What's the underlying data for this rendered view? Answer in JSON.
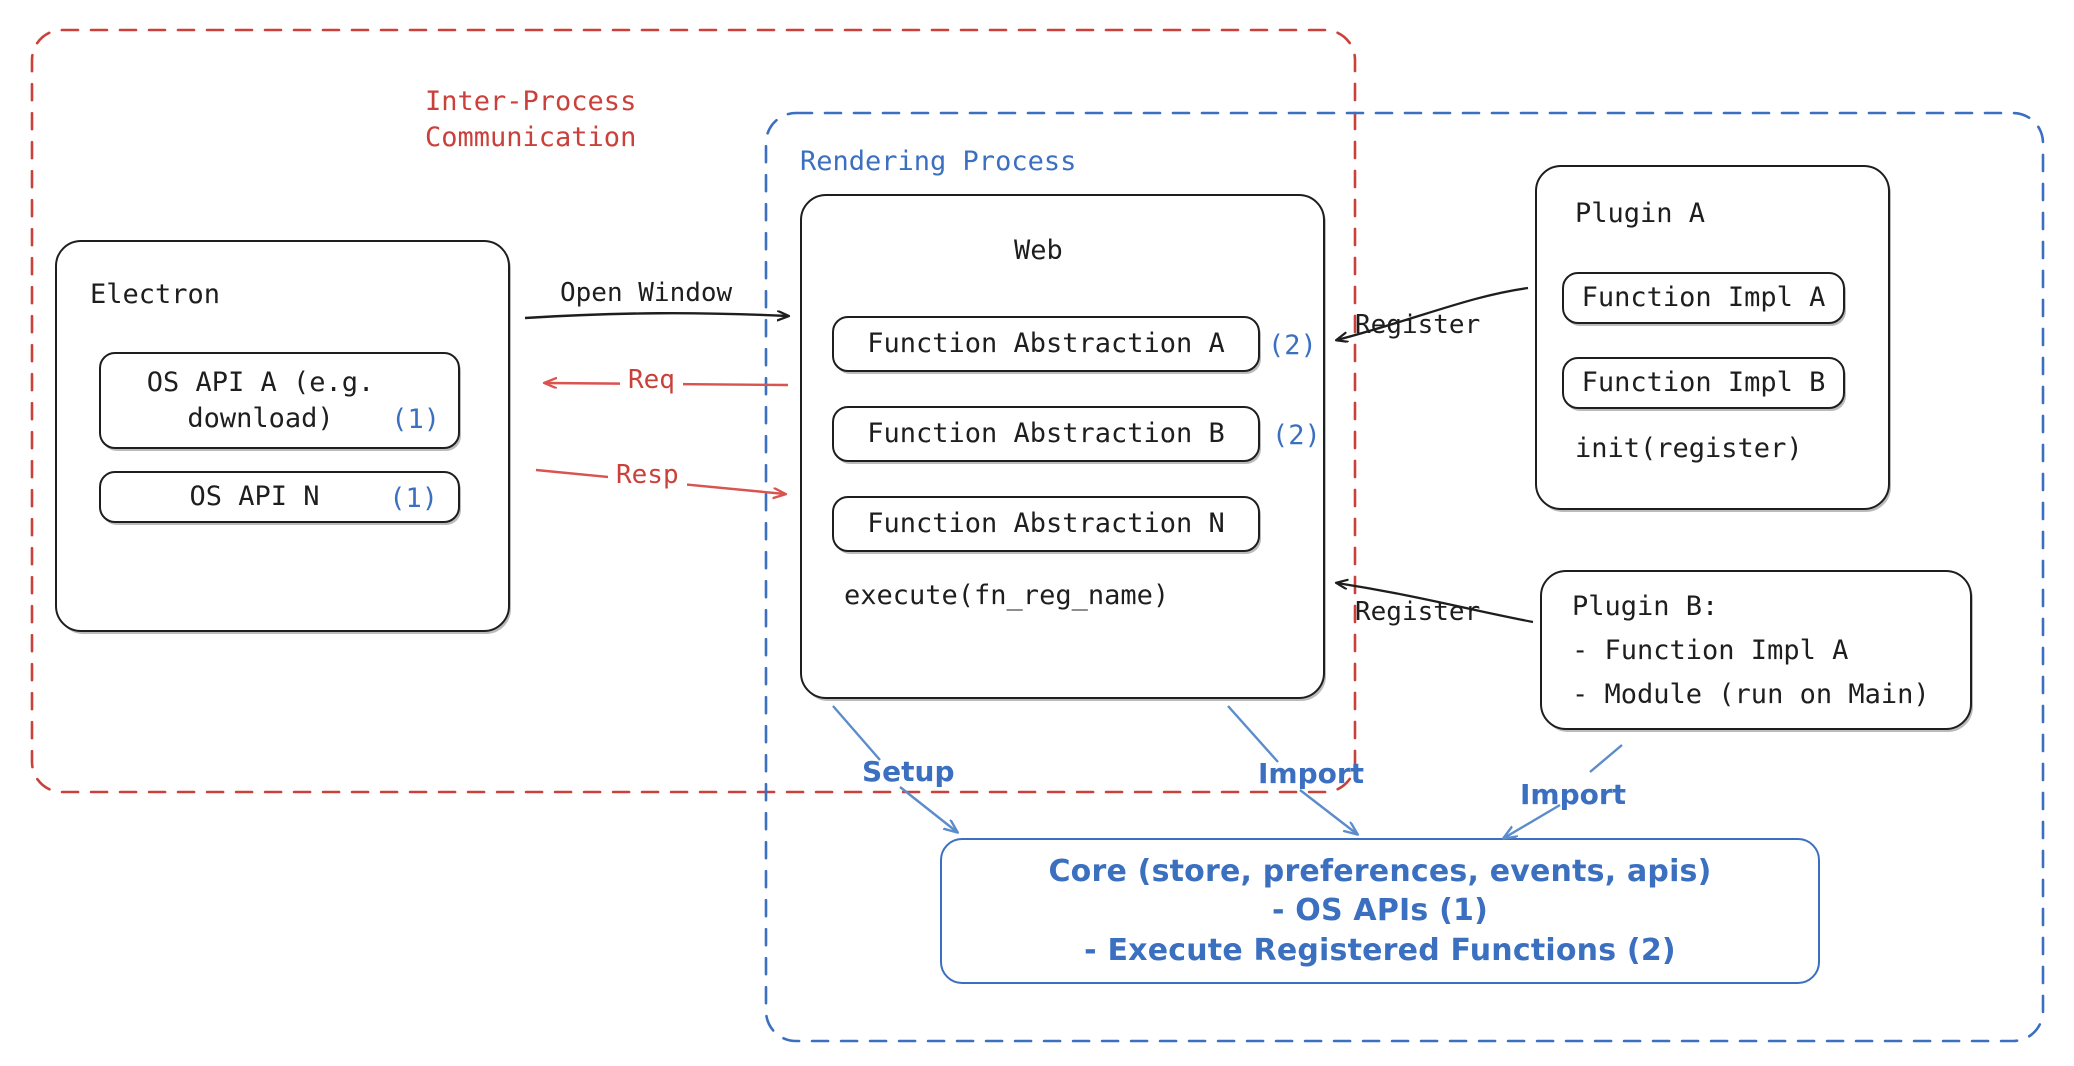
{
  "diagram": {
    "title": "Electron plugin architecture",
    "colors": {
      "red": "#c9413a",
      "blue": "#3b6fc0",
      "ink": "#1e1e1e",
      "background": "#ffffff"
    }
  },
  "regions": {
    "ipc": {
      "label": "Inter-Process\nCommunication",
      "color": "#c9413a",
      "style": "dashed"
    },
    "rendering": {
      "label": "Rendering Process",
      "color": "#3b6fc0",
      "style": "dashed"
    }
  },
  "electron": {
    "title": "Electron",
    "items": [
      {
        "label": "OS API A (e.g.\ndownload)",
        "badge": "(1)"
      },
      {
        "label": "OS API N",
        "badge": "(1)"
      }
    ]
  },
  "web": {
    "title": "Web",
    "items": [
      {
        "label": "Function Abstraction A",
        "badge": "(2)"
      },
      {
        "label": "Function Abstraction B",
        "badge": "(2)"
      },
      {
        "label": "Function Abstraction N",
        "badge": ""
      }
    ],
    "footer": "execute(fn_reg_name)"
  },
  "plugin_a": {
    "title": "Plugin A",
    "items": [
      {
        "label": "Function Impl A"
      },
      {
        "label": "Function Impl B"
      }
    ],
    "footer": "init(register)"
  },
  "plugin_b": {
    "lines": [
      "Plugin B:",
      "- Function Impl A",
      "- Module (run on Main)"
    ]
  },
  "core": {
    "lines": [
      "Core (store, preferences, events, apis)",
      "- OS APIs (1)",
      "- Execute Registered Functions (2)"
    ],
    "color": "#3b6fc0"
  },
  "arrows": [
    {
      "id": "open-window",
      "label": "Open Window",
      "color": "#1e1e1e",
      "from": "electron",
      "to": "web"
    },
    {
      "id": "req",
      "label": "Req",
      "color": "#c9413a",
      "from": "web",
      "to": "electron"
    },
    {
      "id": "resp",
      "label": "Resp",
      "color": "#c9413a",
      "from": "electron",
      "to": "web"
    },
    {
      "id": "register-a",
      "label": "Register",
      "color": "#1e1e1e",
      "from": "plugin_a",
      "to": "web"
    },
    {
      "id": "register-b",
      "label": "Register",
      "color": "#1e1e1e",
      "from": "plugin_b",
      "to": "web"
    },
    {
      "id": "setup",
      "label": "Setup",
      "color": "#3b6fc0",
      "from": "web",
      "to": "core"
    },
    {
      "id": "import-web",
      "label": "Import",
      "color": "#3b6fc0",
      "from": "web",
      "to": "core"
    },
    {
      "id": "import-plugin",
      "label": "Import",
      "color": "#3b6fc0",
      "from": "plugin_b",
      "to": "core"
    }
  ]
}
